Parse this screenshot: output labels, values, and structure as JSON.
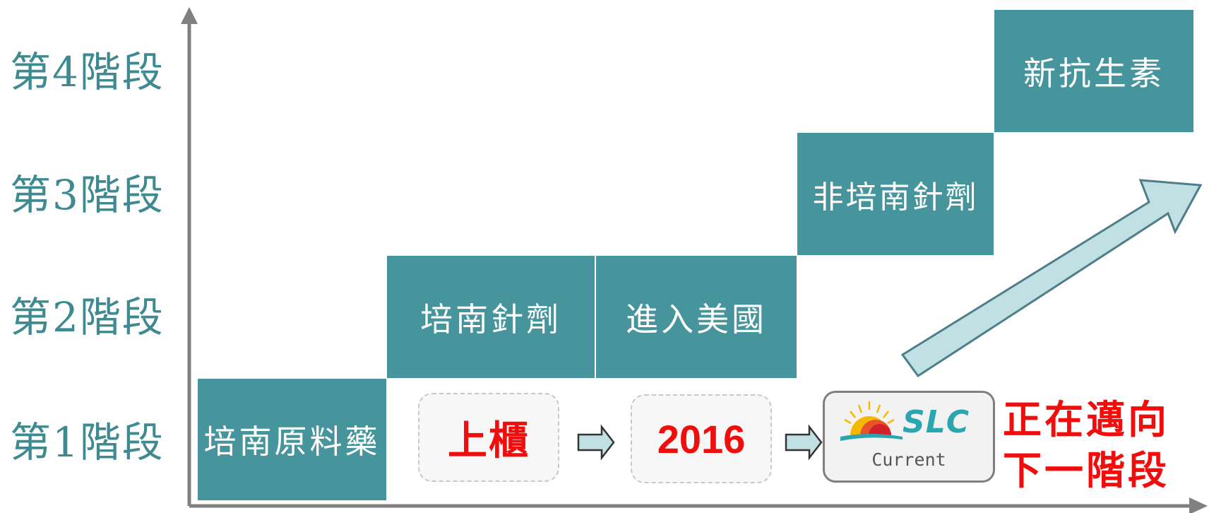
{
  "stages": [
    {
      "label": "第4階段"
    },
    {
      "label": "第3階段"
    },
    {
      "label": "第2階段"
    },
    {
      "label": "第1階段"
    }
  ],
  "blocks": {
    "raw_material": "培南原料藥",
    "injection": "培南針劑",
    "us_entry": "進入美國",
    "non_penem": "非培南針劑",
    "new_antibiotic": "新抗生素"
  },
  "milestones": {
    "listing": "上櫃",
    "year": "2016"
  },
  "current": {
    "logo_text": "SLC",
    "label": "Current"
  },
  "next_stage": {
    "line1": "正在邁向",
    "line2": "下一階段"
  },
  "colors": {
    "block": "#47959c",
    "stage_label": "#3f8a91",
    "highlight_red": "#f20d0d",
    "arrow_fill": "#c0e0e3"
  }
}
